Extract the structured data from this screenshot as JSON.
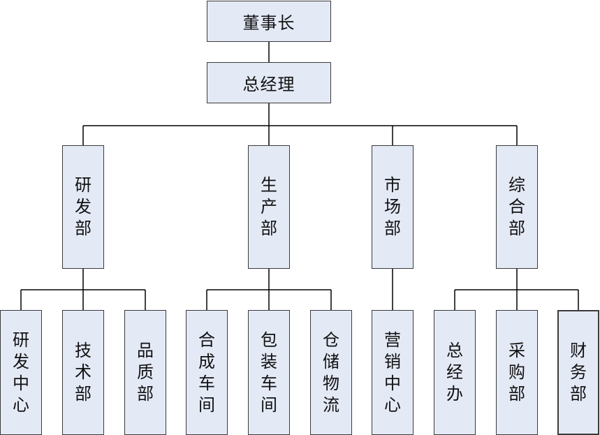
{
  "chart": {
    "chairman": "董事长",
    "general_manager": "总经理",
    "departments": [
      {
        "name": "研发部",
        "units": [
          "研发中心",
          "技术部",
          "品质部"
        ]
      },
      {
        "name": "生产部",
        "units": [
          "合成车间",
          "包装车间",
          "仓储物流"
        ]
      },
      {
        "name": "市场部",
        "units": [
          "营销中心"
        ]
      },
      {
        "name": "综合部",
        "units": [
          "总经办",
          "采购部",
          "财务部"
        ]
      }
    ]
  },
  "colors": {
    "box_fill": "#e4e9f6",
    "line": "#000000"
  }
}
